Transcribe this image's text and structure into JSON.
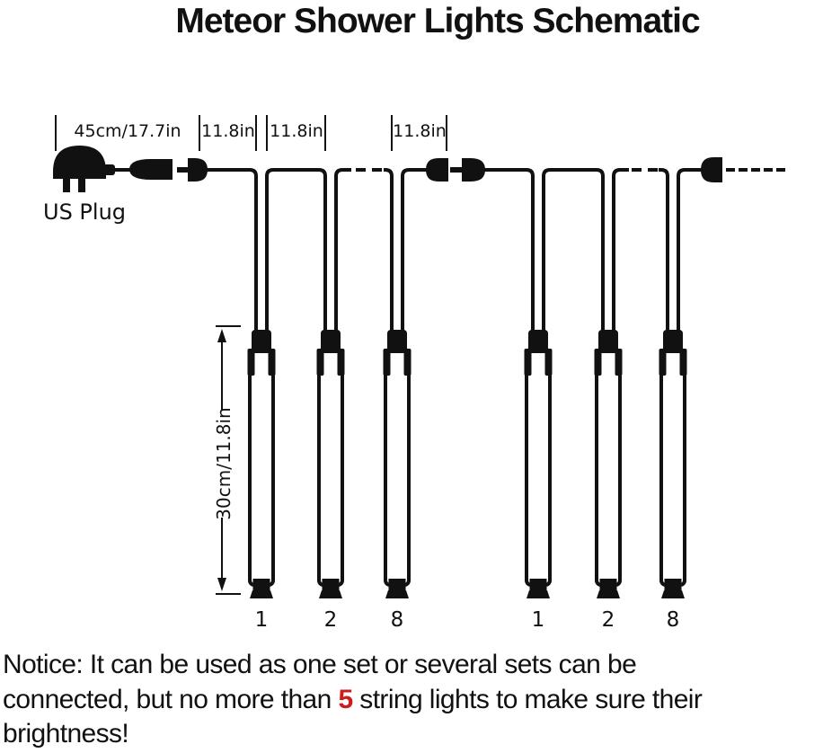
{
  "title": "Meteor Shower Lights Schematic",
  "plug_label": "US Plug",
  "dimension_labels": {
    "cord": "45cm/17.7in",
    "gap1": "11.8in",
    "gap2": "11.8in",
    "gap3": "11.8in",
    "tube": "30cm/11.8in"
  },
  "tube_numbers": {
    "set1": [
      "1",
      "2",
      "8"
    ],
    "set2": [
      "1",
      "2",
      "8"
    ]
  },
  "notice": {
    "line1": "Notice: It can be used as one set or several sets can be",
    "line2_before": "connected, but no more than ",
    "line2_highlight": "5",
    "line2_after": " string lights to make sure their",
    "line3": "brightness!"
  },
  "colors": {
    "ink": "#111111",
    "highlight_red": "#cc1c1c",
    "background": "#ffffff"
  }
}
